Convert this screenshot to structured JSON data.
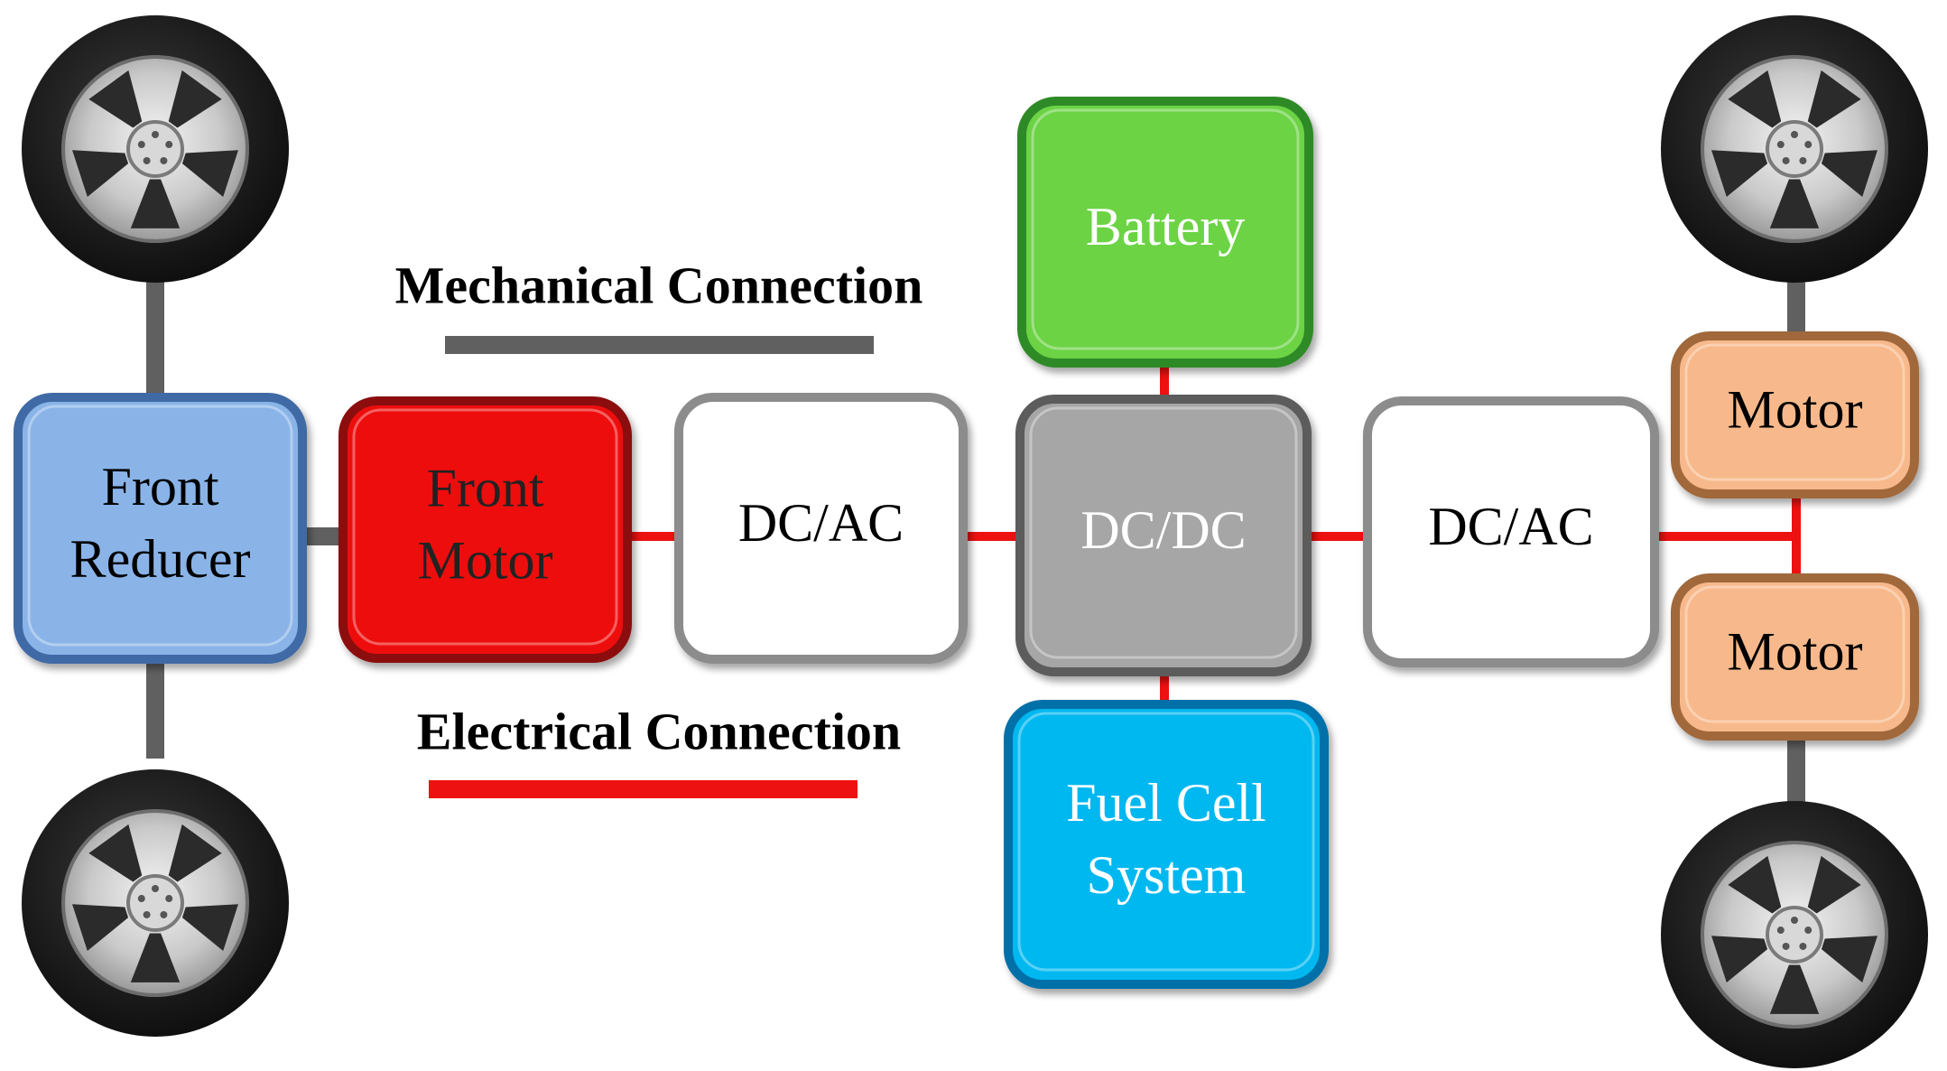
{
  "legend": {
    "mechanical": {
      "label": "Mechanical Connection",
      "color": "#606060"
    },
    "electrical": {
      "label": "Electrical Connection",
      "color": "#ee1111"
    }
  },
  "blocks": {
    "front_reducer": {
      "lines": [
        "Front",
        "Reducer"
      ],
      "fill": "#8ab4e8",
      "text_color": "#000000"
    },
    "front_motor": {
      "lines": [
        "Front",
        "Motor"
      ],
      "fill": "#ee1111",
      "text_color": "#222222"
    },
    "dcac_left": {
      "lines": [
        "DC/AC"
      ],
      "fill": "#ffffff",
      "text_color": "#000000"
    },
    "battery": {
      "lines": [
        "Battery"
      ],
      "fill": "#6cd344",
      "text_color": "#ffffff"
    },
    "dcdc": {
      "lines": [
        "DC/DC"
      ],
      "fill": "#a6a6a6",
      "text_color": "#ffffff"
    },
    "fuel_cell": {
      "lines": [
        "Fuel Cell",
        "System"
      ],
      "fill": "#00b8f0",
      "text_color": "#ffffff"
    },
    "dcac_right": {
      "lines": [
        "DC/AC"
      ],
      "fill": "#ffffff",
      "text_color": "#000000"
    },
    "rear_motor_top": {
      "lines": [
        "Motor"
      ],
      "fill": "#f7b98b",
      "text_color": "#000000"
    },
    "rear_motor_bottom": {
      "lines": [
        "Motor"
      ],
      "fill": "#f7b98b",
      "text_color": "#000000"
    }
  },
  "icons": [
    "wheel-icon",
    "wheel-icon",
    "wheel-icon",
    "wheel-icon"
  ]
}
